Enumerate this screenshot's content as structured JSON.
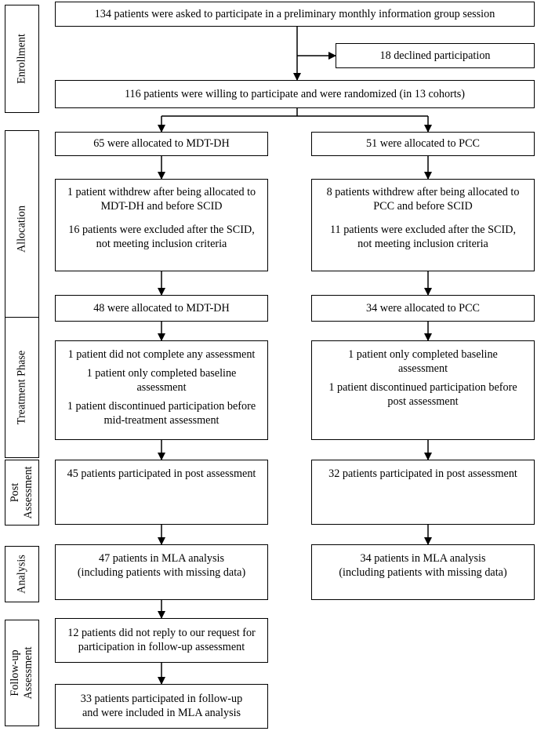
{
  "diagram": {
    "phases": {
      "enrollment": [
        "Enrollment"
      ],
      "allocation": [
        "Allocation"
      ],
      "treatment": [
        "Treatment Phase"
      ],
      "post": [
        "Post",
        "Assessment"
      ],
      "analysis": [
        "Analysis"
      ],
      "followup": [
        "Follow-up",
        "Assessment"
      ]
    },
    "enrollment": {
      "asked": "134 patients were asked to participate in a preliminary monthly information group session",
      "declined": "18 declined participation",
      "randomized": "116 patients were willing to participate and were randomized (in 13 cohorts)"
    },
    "left": {
      "allocated": "65 were allocated to MDT-DH",
      "withdrew": [
        "1 patient withdrew after being allocated to",
        "MDT-DH and before SCID"
      ],
      "excluded": [
        "16 patients were excluded after the SCID,",
        "not meeting inclusion criteria"
      ],
      "final": "48 were allocated to MDT-DH",
      "treat1": "1 patient did not complete any assessment",
      "treat2": [
        "1 patient only completed baseline",
        "assessment"
      ],
      "treat3": [
        "1 patient discontinued participation before",
        "mid-treatment assessment"
      ],
      "post": "45 patients participated in post assessment",
      "analysis": [
        "47 patients in MLA analysis",
        "(including patients with missing data)"
      ],
      "noreply": [
        "12 patients did not reply to our request for",
        "participation in follow-up assessment"
      ],
      "followup": [
        "33 patients participated in follow-up",
        "and were included in MLA analysis"
      ]
    },
    "right": {
      "allocated": "51 were allocated to PCC",
      "withdrew": [
        "8 patients withdrew after being allocated to",
        "PCC and before SCID"
      ],
      "excluded": [
        "11 patients were excluded after the SCID,",
        "not meeting inclusion criteria"
      ],
      "final": "34 were allocated to PCC",
      "treat1": [
        "1 patient only completed baseline",
        "assessment"
      ],
      "treat2": [
        "1 patient discontinued participation before",
        "post assessment"
      ],
      "post": "32 patients participated in post assessment",
      "analysis": [
        "34 patients in MLA analysis",
        "(including patients with missing data)"
      ]
    }
  }
}
